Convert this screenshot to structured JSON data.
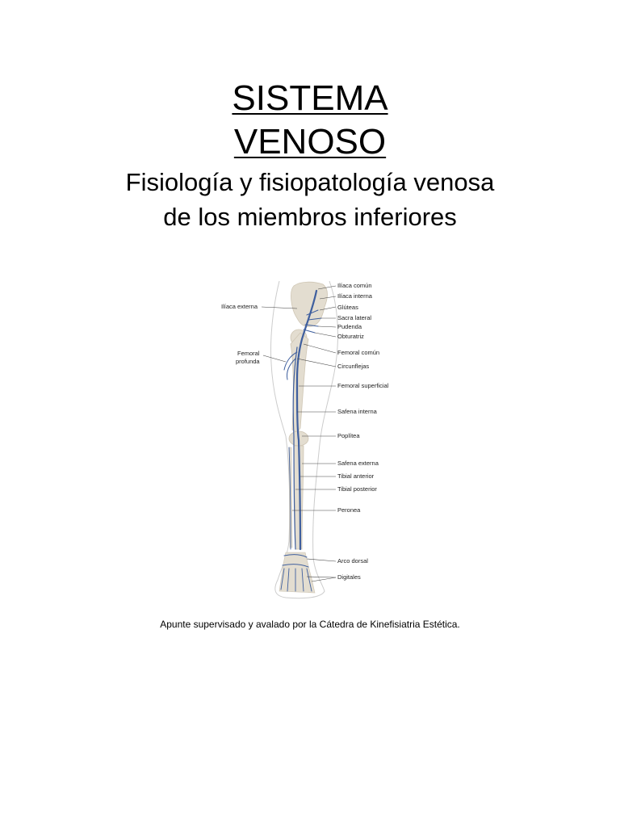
{
  "document": {
    "title_line1": "SISTEMA",
    "title_line2": "VENOSO",
    "subtitle_line1": "Fisiología y fisiopatología venosa",
    "subtitle_line2": "de los  miembros inferiores",
    "footer": "Apunte supervisado y avalado por la Cátedra de Kinefisiatria Estética."
  },
  "figure": {
    "labels_right": [
      "Ilíaca común",
      "Ilíaca interna",
      "Glúteas",
      "Sacra lateral",
      "Pudenda",
      "Obturatriz",
      "Femoral común",
      "Circunflejas",
      "Femoral superficial",
      "Safena interna",
      "Poplítea",
      "Safena externa",
      "Tibial anterior",
      "Tibial posterior",
      "Peronea",
      "Arco dorsal",
      "Digitales"
    ],
    "label_left_1": "Ilíaca externa",
    "label_left_2a": "Femoral",
    "label_left_2b": "profunda",
    "colors": {
      "vein": "#3f5f9e",
      "bone": "#e3ddd0",
      "outline": "#c9c9c9"
    }
  }
}
